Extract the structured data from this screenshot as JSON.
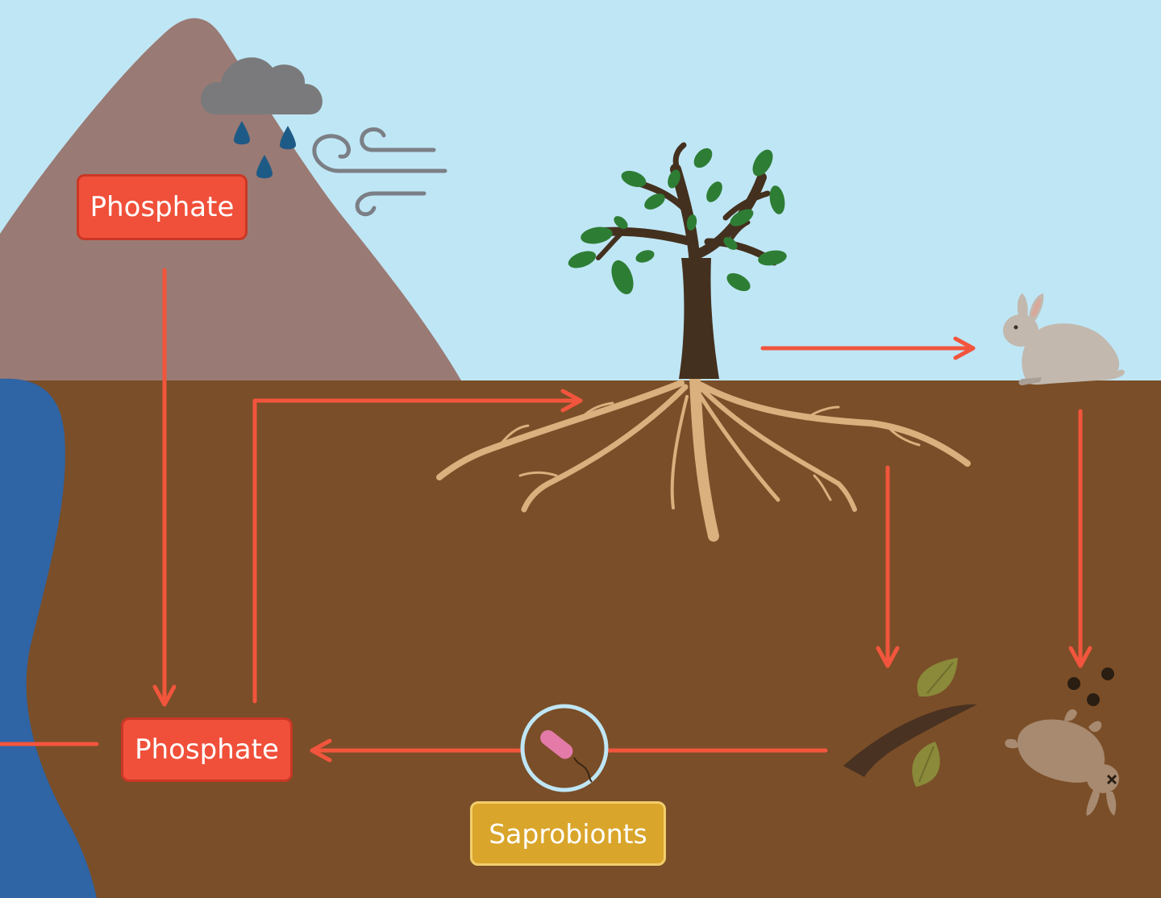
{
  "labels": {
    "phosphate_rock": "Phosphate",
    "phosphate_soil": "Phosphate",
    "saprobionts": "Saprobionts"
  },
  "colors": {
    "sky": "#bfe6f5",
    "soil": "#7a4e28",
    "mountain": "#9a7a74",
    "water": "#2f64a5",
    "arrow": "#f2553d",
    "phosphate_box": "#f0503a",
    "saprobionts_box": "#d9a52a"
  },
  "icons": [
    "cloud-icon",
    "raindrop-icon",
    "wind-icon",
    "tree-icon",
    "roots-icon",
    "rabbit-icon",
    "dead-rabbit-icon",
    "droppings-icon",
    "fallen-branch-icon",
    "bacterium-icon"
  ]
}
